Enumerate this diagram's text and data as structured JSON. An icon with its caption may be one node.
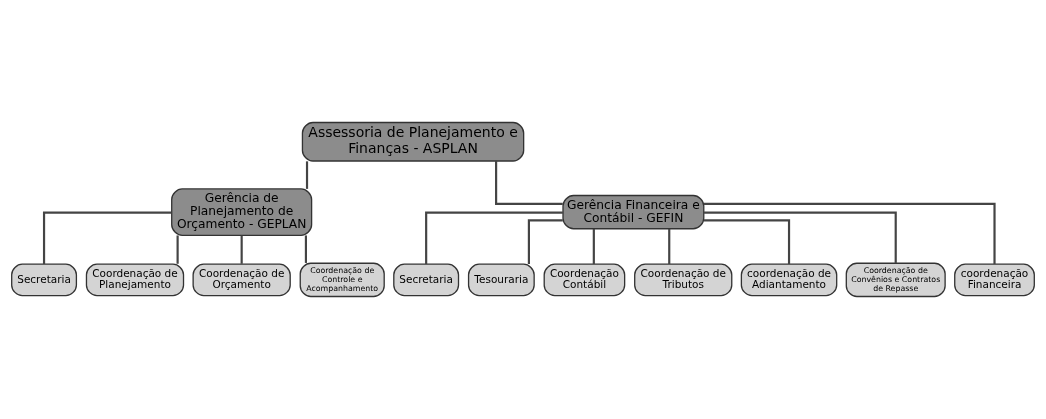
{
  "diagram": {
    "nodes": [
      {
        "text": [
          "Assessoria de Planejamento e Finanças - ASPLAN"
        ]
      },
      {
        "text": [
          "Gerência de Planejamento de Orçamento - GEPLAN"
        ]
      },
      {
        "text": [
          "Gerência Financeira e Contábil - GEFIN"
        ]
      },
      {
        "text": [
          "Secretaria"
        ]
      },
      {
        "text": [
          "Coordenação de Planejamento"
        ]
      },
      {
        "text": [
          "Coordenação de Orçamento"
        ]
      },
      {
        "text": [
          "Coordenação de Controle e Acompanhamento"
        ]
      },
      {
        "text": [
          "Secretaria"
        ]
      },
      {
        "text": [
          "Tesouraria"
        ]
      },
      {
        "text": [
          "Coordenação Contábil"
        ]
      },
      {
        "text": [
          "Coordenação de Tributos"
        ]
      },
      {
        "text": [
          "coordenação de Adiantamento"
        ]
      },
      {
        "text": [
          "Coordenação de Convênios e Contratos de Repasse"
        ]
      },
      {
        "text": [
          "coordenação Financeira"
        ]
      }
    ],
    "edges": [
      {
        "from": 0,
        "to": 1,
        "arrow": "none"
      },
      {
        "from": 0,
        "to": 2,
        "arrow": "none"
      },
      {
        "from": 1,
        "to": 3,
        "arrow": "none"
      },
      {
        "from": 1,
        "to": 4,
        "arrow": "none"
      },
      {
        "from": 1,
        "to": 5,
        "arrow": "none"
      },
      {
        "from": 1,
        "to": 6,
        "arrow": "none"
      },
      {
        "from": 2,
        "to": 7,
        "arrow": "none"
      },
      {
        "from": 2,
        "to": 8,
        "arrow": "none"
      },
      {
        "from": 2,
        "to": 9,
        "arrow": "none"
      },
      {
        "from": 2,
        "to": 10,
        "arrow": "none"
      },
      {
        "from": 2,
        "to": 11,
        "arrow": "none"
      },
      {
        "from": 2,
        "to": 12,
        "arrow": "none"
      },
      {
        "from": 2,
        "to": 13,
        "arrow": "none"
      }
    ]
  }
}
